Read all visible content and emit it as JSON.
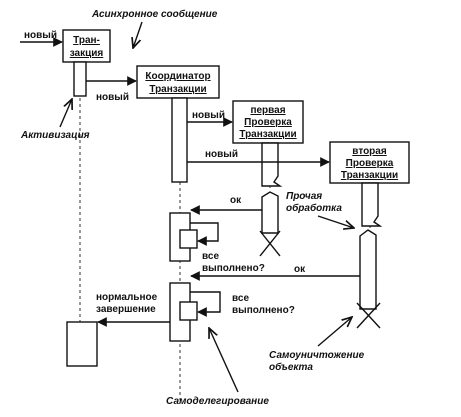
{
  "objects": {
    "transaction": [
      "Тран-",
      "закция"
    ],
    "coordinator": [
      "Координатор",
      "Транзакции"
    ],
    "first_check": [
      "первая",
      "Проверка",
      "Транзакции"
    ],
    "second_check": [
      "вторая",
      "Проверка",
      "Транзакции"
    ]
  },
  "messages": {
    "new_to_transaction": "новый",
    "new_to_coordinator": "новый",
    "new_to_first_check": "новый",
    "new_to_second_check": "новый",
    "ok_first": "ок",
    "ok_second": "ок",
    "all_done_1": [
      "все",
      "выполнено?"
    ],
    "all_done_2": [
      "все",
      "выполнено?"
    ],
    "normal_completion": [
      "нормальное",
      "завершение"
    ]
  },
  "annotations": {
    "async_message": "Асинхронное сообщение",
    "activation": "Активизация",
    "other_processing": [
      "Прочая",
      "обработка"
    ],
    "self_destruction": [
      "Самоуничтожение",
      "объекта"
    ],
    "self_delegation": "Самоделегирование"
  }
}
